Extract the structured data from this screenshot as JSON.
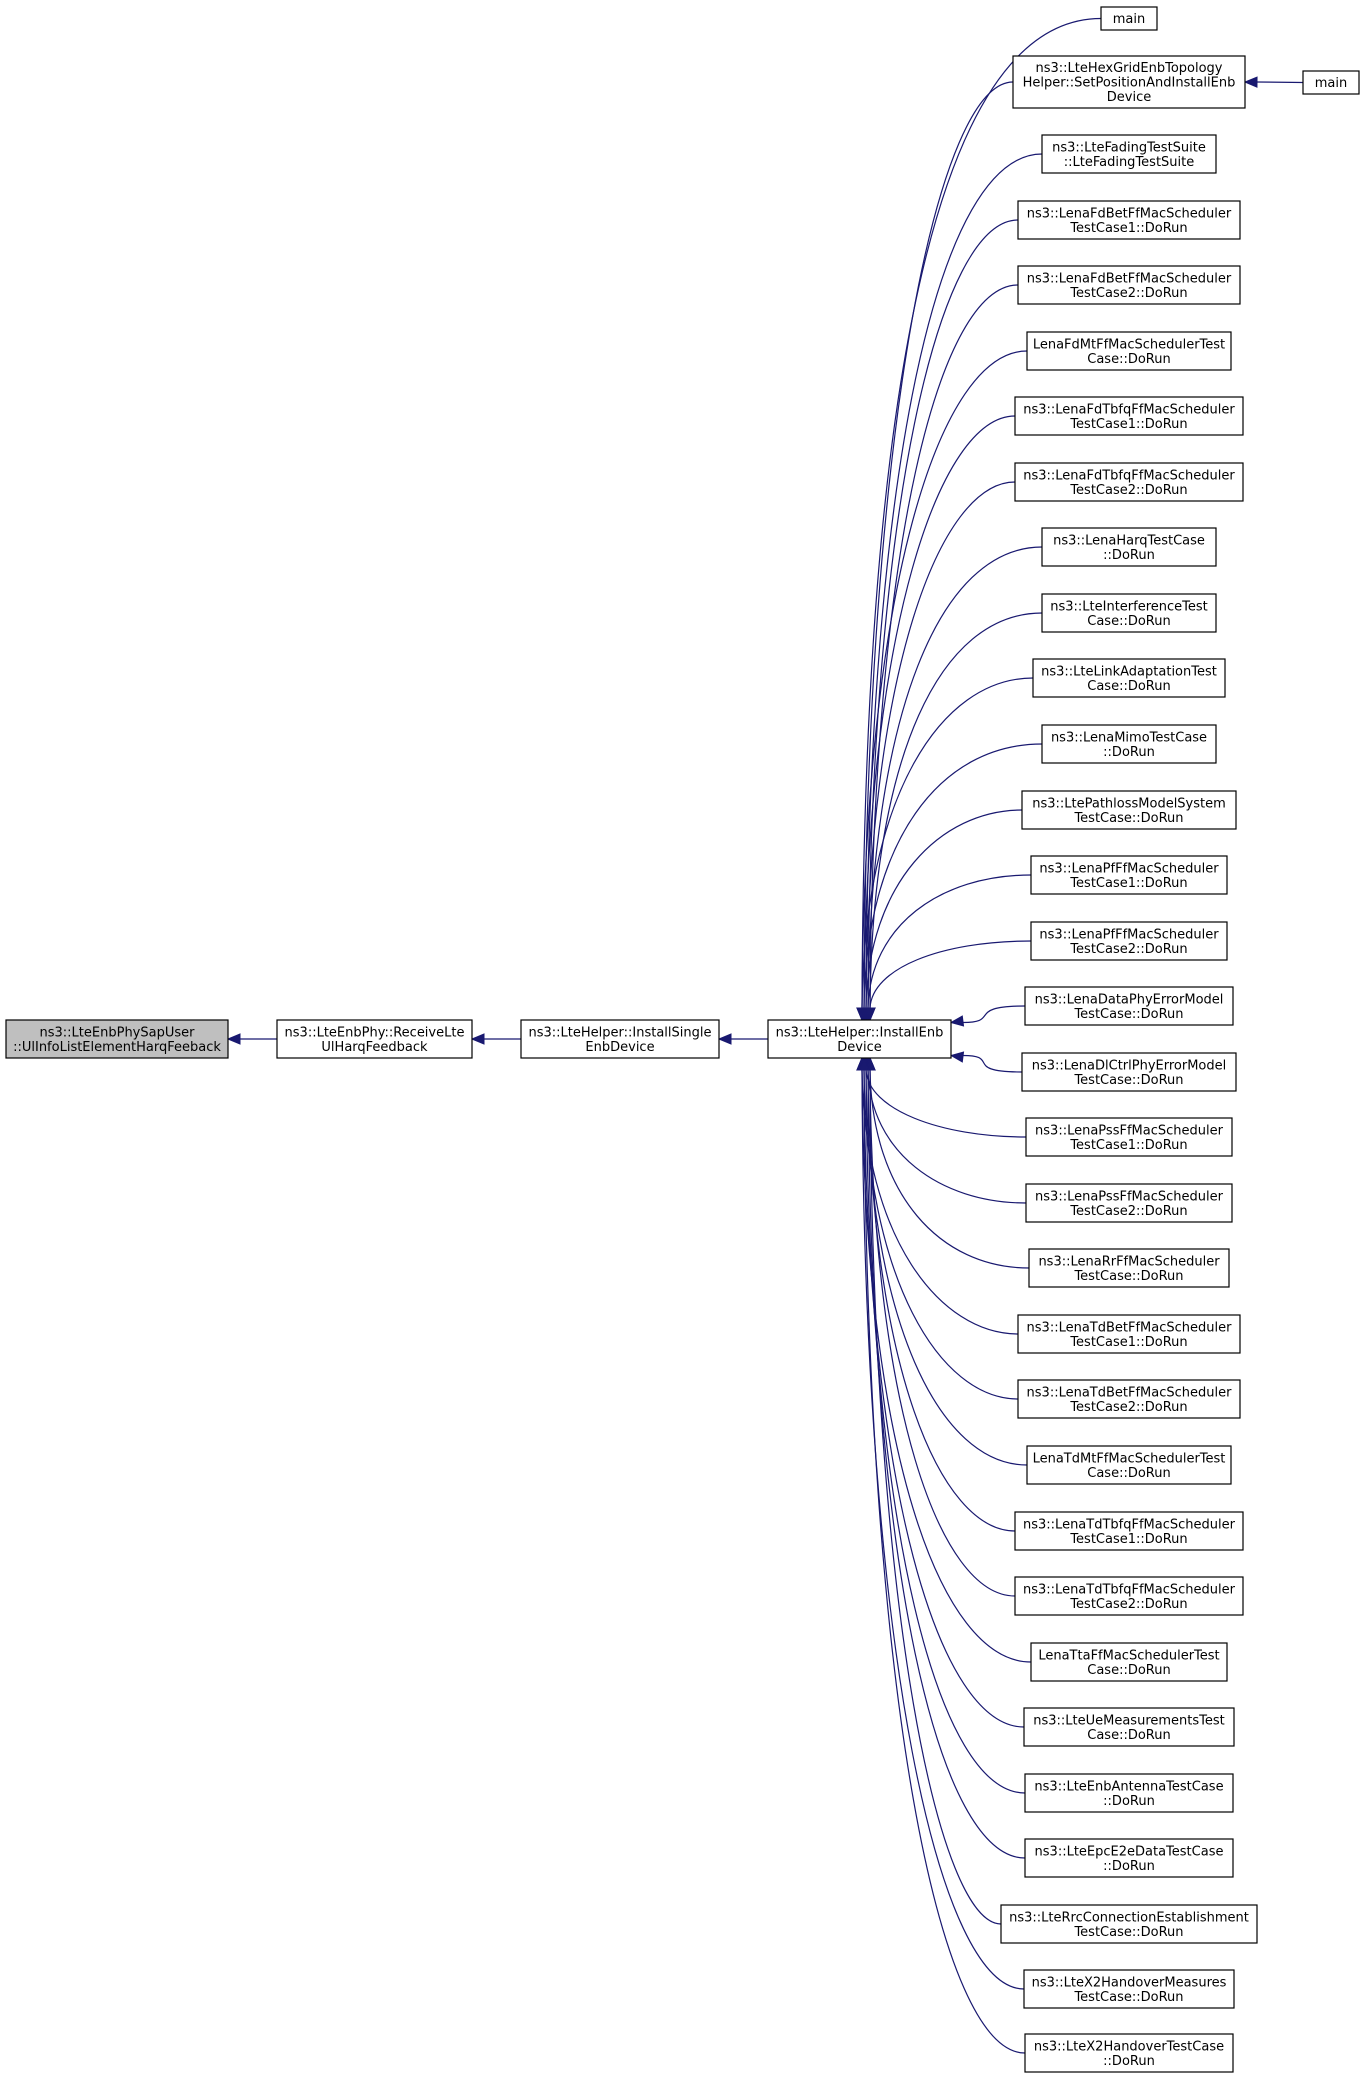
{
  "graph": {
    "root": [
      "ns3::LteEnbPhySapUser",
      "::UlInfoListElementHarqFeeback"
    ],
    "level1": [
      "ns3::LteEnbPhy::ReceiveLte",
      "UlHarqFeedback"
    ],
    "level2": [
      "ns3::LteHelper::InstallSingle",
      "EnbDevice"
    ],
    "level3": [
      "ns3::LteHelper::InstallEnb",
      "Device"
    ],
    "callers": [
      [
        "main"
      ],
      [
        "ns3::LteHexGridEnbTopology",
        "Helper::SetPositionAndInstallEnb",
        "Device"
      ],
      [
        "ns3::LteFadingTestSuite",
        "::LteFadingTestSuite"
      ],
      [
        "ns3::LenaFdBetFfMacScheduler",
        "TestCase1::DoRun"
      ],
      [
        "ns3::LenaFdBetFfMacScheduler",
        "TestCase2::DoRun"
      ],
      [
        "LenaFdMtFfMacSchedulerTest",
        "Case::DoRun"
      ],
      [
        "ns3::LenaFdTbfqFfMacScheduler",
        "TestCase1::DoRun"
      ],
      [
        "ns3::LenaFdTbfqFfMacScheduler",
        "TestCase2::DoRun"
      ],
      [
        "ns3::LenaHarqTestCase",
        "::DoRun"
      ],
      [
        "ns3::LteInterferenceTest",
        "Case::DoRun"
      ],
      [
        "ns3::LteLinkAdaptationTest",
        "Case::DoRun"
      ],
      [
        "ns3::LenaMimoTestCase",
        "::DoRun"
      ],
      [
        "ns3::LtePathlossModelSystem",
        "TestCase::DoRun"
      ],
      [
        "ns3::LenaPfFfMacScheduler",
        "TestCase1::DoRun"
      ],
      [
        "ns3::LenaPfFfMacScheduler",
        "TestCase2::DoRun"
      ],
      [
        "ns3::LenaDataPhyErrorModel",
        "TestCase::DoRun"
      ],
      [
        "ns3::LenaDlCtrlPhyErrorModel",
        "TestCase::DoRun"
      ],
      [
        "ns3::LenaPssFfMacScheduler",
        "TestCase1::DoRun"
      ],
      [
        "ns3::LenaPssFfMacScheduler",
        "TestCase2::DoRun"
      ],
      [
        "ns3::LenaRrFfMacScheduler",
        "TestCase::DoRun"
      ],
      [
        "ns3::LenaTdBetFfMacScheduler",
        "TestCase1::DoRun"
      ],
      [
        "ns3::LenaTdBetFfMacScheduler",
        "TestCase2::DoRun"
      ],
      [
        "LenaTdMtFfMacSchedulerTest",
        "Case::DoRun"
      ],
      [
        "ns3::LenaTdTbfqFfMacScheduler",
        "TestCase1::DoRun"
      ],
      [
        "ns3::LenaTdTbfqFfMacScheduler",
        "TestCase2::DoRun"
      ],
      [
        "LenaTtaFfMacSchedulerTest",
        "Case::DoRun"
      ],
      [
        "ns3::LteUeMeasurementsTest",
        "Case::DoRun"
      ],
      [
        "ns3::LteEnbAntennaTestCase",
        "::DoRun"
      ],
      [
        "ns3::LteEpcE2eDataTestCase",
        "::DoRun"
      ],
      [
        "ns3::LteRrcConnectionEstablishment",
        "TestCase::DoRun"
      ],
      [
        "ns3::LteX2HandoverMeasures",
        "TestCase::DoRun"
      ],
      [
        "ns3::LteX2HandoverTestCase",
        "::DoRun"
      ]
    ],
    "hexgrid_caller": [
      "main"
    ]
  },
  "colors": {
    "edge": "#191970",
    "root_fill": "#bfbfbf",
    "node_fill": "#ffffff",
    "node_border": "#000000"
  }
}
